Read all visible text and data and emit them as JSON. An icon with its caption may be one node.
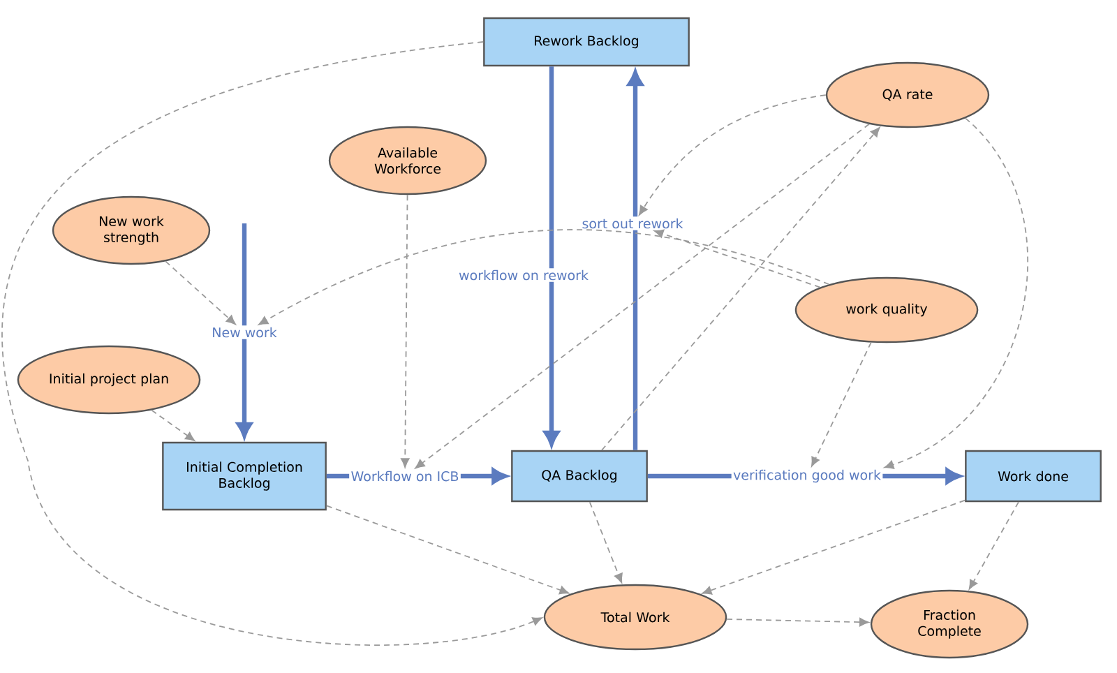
{
  "diagram": {
    "nodes": [
      {
        "text": [
          "Rework Backlog"
        ]
      },
      {
        "text": [
          "QA rate"
        ]
      },
      {
        "text": [
          "Available Workforce"
        ]
      },
      {
        "text": [
          "New work strength"
        ]
      },
      {
        "text": [
          "work quality"
        ]
      },
      {
        "text": [
          "Initial project plan"
        ]
      },
      {
        "text": [
          "Initial Completion Backlog"
        ]
      },
      {
        "text": [
          "QA Backlog"
        ]
      },
      {
        "text": [
          "Work done"
        ]
      },
      {
        "text": [
          "Total Work"
        ]
      },
      {
        "text": [
          "Fraction Complete"
        ]
      },
      {
        "text": [
          "New work"
        ]
      },
      {
        "text": [
          "Workflow on ICB"
        ]
      },
      {
        "text": [
          "workflow on rework"
        ]
      },
      {
        "text": [
          "sort out rework"
        ]
      },
      {
        "text": [
          "verification good work"
        ]
      }
    ],
    "edges": [
      {
        "from": null,
        "to": 11,
        "arrow": "none",
        "style": "thick",
        "color": "#5b7bbf"
      },
      {
        "from": 11,
        "to": 6,
        "arrow": "to",
        "style": "thick",
        "color": "#5b7bbf"
      },
      {
        "from": 6,
        "to": 12,
        "arrow": "none",
        "style": "thick",
        "color": "#5b7bbf"
      },
      {
        "from": 12,
        "to": 7,
        "arrow": "to",
        "style": "thick",
        "color": "#5b7bbf"
      },
      {
        "from": 0,
        "to": 13,
        "arrow": "none",
        "style": "thick",
        "color": "#5b7bbf"
      },
      {
        "from": 13,
        "to": 7,
        "arrow": "to",
        "style": "thick",
        "color": "#5b7bbf"
      },
      {
        "from": 7,
        "to": 14,
        "arrow": "none",
        "style": "thick",
        "color": "#5b7bbf"
      },
      {
        "from": 14,
        "to": 0,
        "arrow": "to",
        "style": "thick",
        "color": "#5b7bbf"
      },
      {
        "from": 7,
        "to": 15,
        "arrow": "none",
        "style": "thick",
        "color": "#5b7bbf"
      },
      {
        "from": 15,
        "to": 8,
        "arrow": "to",
        "style": "thick",
        "color": "#5b7bbf"
      },
      {
        "from": 3,
        "to": 11,
        "arrow": "to",
        "style": "dashed"
      },
      {
        "from": 4,
        "to": 11,
        "arrow": "to",
        "style": "dashed"
      },
      {
        "from": 5,
        "to": 6,
        "arrow": "to",
        "style": "dashed"
      },
      {
        "from": 2,
        "to": 12,
        "arrow": "to",
        "style": "dashed"
      },
      {
        "from": 1,
        "to": 12,
        "arrow": "to",
        "style": "dashed"
      },
      {
        "from": 7,
        "to": 1,
        "arrow": "to",
        "style": "dashed"
      },
      {
        "from": 1,
        "to": 14,
        "arrow": "to",
        "style": "dashed"
      },
      {
        "from": 4,
        "to": 14,
        "arrow": "to",
        "style": "dashed"
      },
      {
        "from": 4,
        "to": 15,
        "arrow": "to",
        "style": "dashed"
      },
      {
        "from": 1,
        "to": 15,
        "arrow": "to",
        "style": "dashed"
      },
      {
        "from": 6,
        "to": 9,
        "arrow": "to",
        "style": "dashed"
      },
      {
        "from": 7,
        "to": 9,
        "arrow": "to",
        "style": "dashed"
      },
      {
        "from": 8,
        "to": 9,
        "arrow": "to",
        "style": "dashed"
      },
      {
        "from": 8,
        "to": 10,
        "arrow": "to",
        "style": "dashed"
      },
      {
        "from": 9,
        "to": 10,
        "arrow": "to",
        "style": "dashed"
      },
      {
        "from": 0,
        "to": 9,
        "arrow": "to",
        "style": "dashed"
      }
    ]
  }
}
